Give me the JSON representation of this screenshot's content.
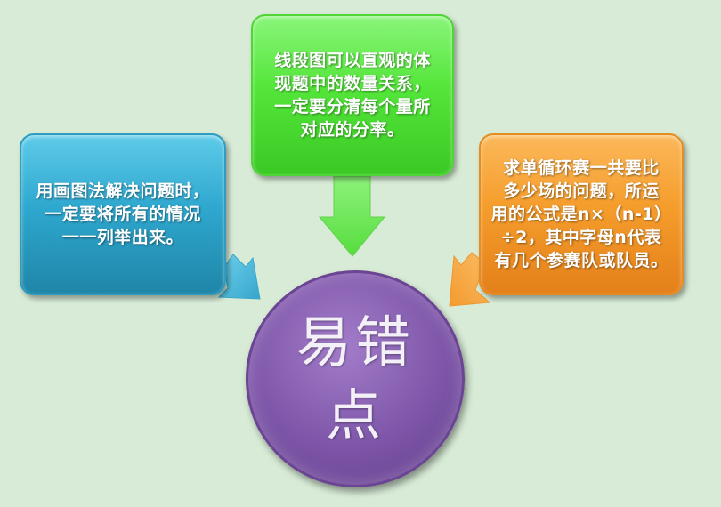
{
  "diagram": {
    "center": {
      "label": "易错\n点",
      "color": "#7e56a9"
    },
    "boxes": {
      "left": {
        "text": "用画图法解决问题时，\n一定要将所有的情况\n一一列举出来。",
        "color": "#2fa8cf"
      },
      "top": {
        "text": "线段图可以直观的体\n现题中的数量关系，\n一定要分清每个量所\n对应的分率。",
        "color": "#54e63a"
      },
      "right": {
        "text": "求单循环赛一共要比\n多少场的问题，所运\n用的公式是n×（n-1）\n÷2，其中字母n代表\n有几个参赛队或队员。",
        "color": "#f59d2c"
      }
    }
  }
}
